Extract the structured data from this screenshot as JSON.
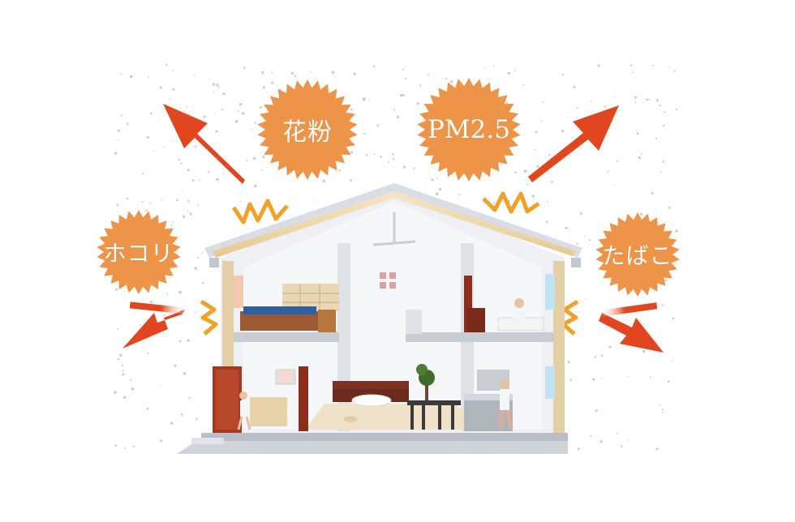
{
  "labels": {
    "pollen": "花粉",
    "pm25": "PM2.5",
    "dust": "ホコリ",
    "tobacco": "たばこ"
  },
  "colors": {
    "burst": "#ee9448",
    "burst_edge": "#e8893a",
    "arrow": "#e2461f",
    "arrow_dark": "#c9331a",
    "impact": "#f2a128",
    "roof": "#d9dde6",
    "wall": "#e9ebef",
    "floor_wood": "#efe2c8",
    "speckle": "#c9ccd4"
  }
}
